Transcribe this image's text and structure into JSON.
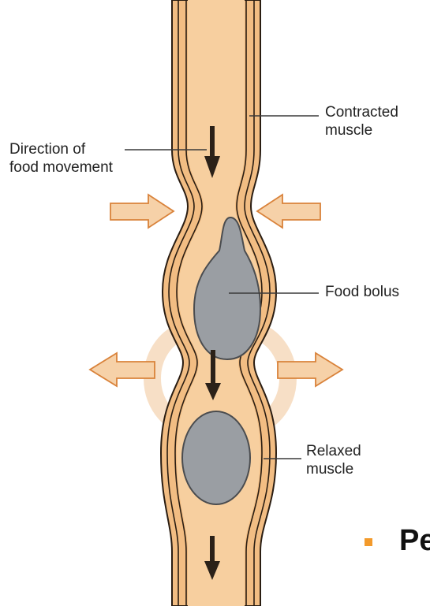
{
  "labels": {
    "contracted_muscle": [
      "Contracted",
      "muscle"
    ],
    "direction": [
      "Direction of",
      "food movement"
    ],
    "food_bolus": "Food bolus",
    "relaxed_muscle": [
      "Relaxed",
      "muscle"
    ]
  },
  "bullet": {
    "text": "Pe",
    "color": "#f39a2b"
  },
  "colors": {
    "tube_fill": "#f2bd83",
    "tube_outline": "#2a1d12",
    "bolus": "#9a9ea3",
    "arrow_outline": "#d9823a"
  },
  "icons": [
    "arrow-down-icon",
    "arrow-left-icon",
    "arrow-right-icon"
  ]
}
